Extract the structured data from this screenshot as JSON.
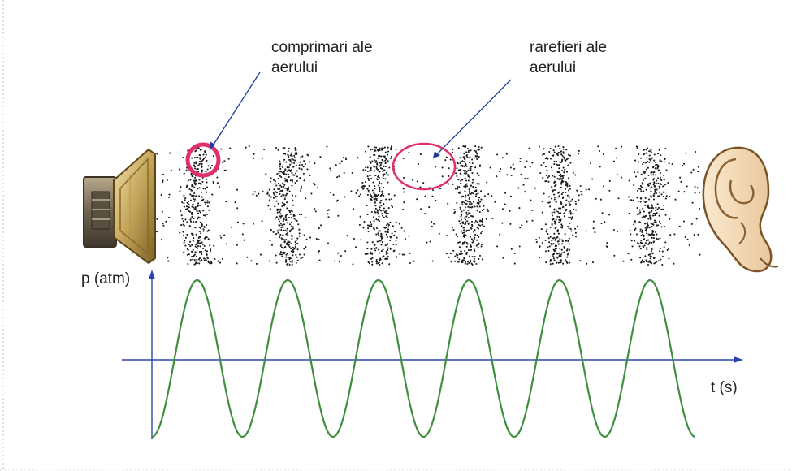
{
  "annotations": {
    "compressions": "comprimari ale\naerului",
    "rarefactions": "rarefieri ale\naerului"
  },
  "graph": {
    "y_axis_label": "p (atm)",
    "x_axis_label": "t (s)",
    "cycles": 6
  },
  "icons": {
    "source": "loudspeaker-icon",
    "receiver": "ear-icon"
  },
  "colors": {
    "wave": "#3f8f3f",
    "axis": "#2b44b0",
    "highlight": "#e0306a",
    "pointer": "#1f3a9e",
    "particles": "#1b1b1b"
  }
}
